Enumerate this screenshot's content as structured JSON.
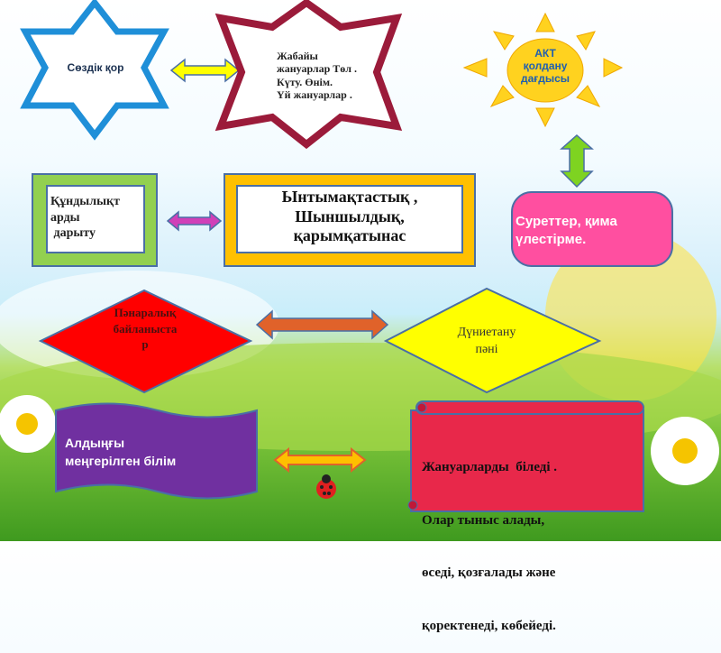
{
  "slide": {
    "star_left": {
      "label": "Сөздік қор"
    },
    "star_center": {
      "lines": [
        "Жабайы",
        "жануарлар  Төл .",
        "Күту. Өнім.",
        "Үй жануарлар ."
      ]
    },
    "sun": {
      "lines": [
        "АКТ",
        "қолдану",
        "дағдысы"
      ]
    },
    "green_box": {
      "lines": [
        "Құндылықт",
        "арды",
        " дарыту"
      ]
    },
    "orange_box": {
      "lines": [
        "Ынтымақтастық ,",
        "Шыншылдық,",
        "қарымқатынас"
      ]
    },
    "pink_box": {
      "lines": [
        "Суреттер, қима",
        "үлестірме."
      ]
    },
    "red_diamond": {
      "lines": [
        "Пәнаралық",
        "байланыста",
        "р"
      ]
    },
    "yellow_diamond": {
      "lines": [
        "Дүниетану",
        "пәні"
      ]
    },
    "purple_banner": {
      "lines": [
        "Алдыңғы",
        "меңгерілген білім"
      ]
    },
    "red_scroll": {
      "lines": [
        "Жануарларды  біледі .",
        "Олар тыныс алады,",
        "өседі, қозғалады және",
        "қоректенеді, көбейеді."
      ]
    }
  },
  "colors": {
    "green": "#92d050",
    "orange": "#ffc000",
    "pink": "#ff4fa0",
    "red": "#ff0000",
    "yellow": "#ffff00",
    "purple": "#7030a0",
    "scroll": "#e8284a",
    "blue_border": "#1f8fd8",
    "maroon": "#9b1b3a"
  }
}
